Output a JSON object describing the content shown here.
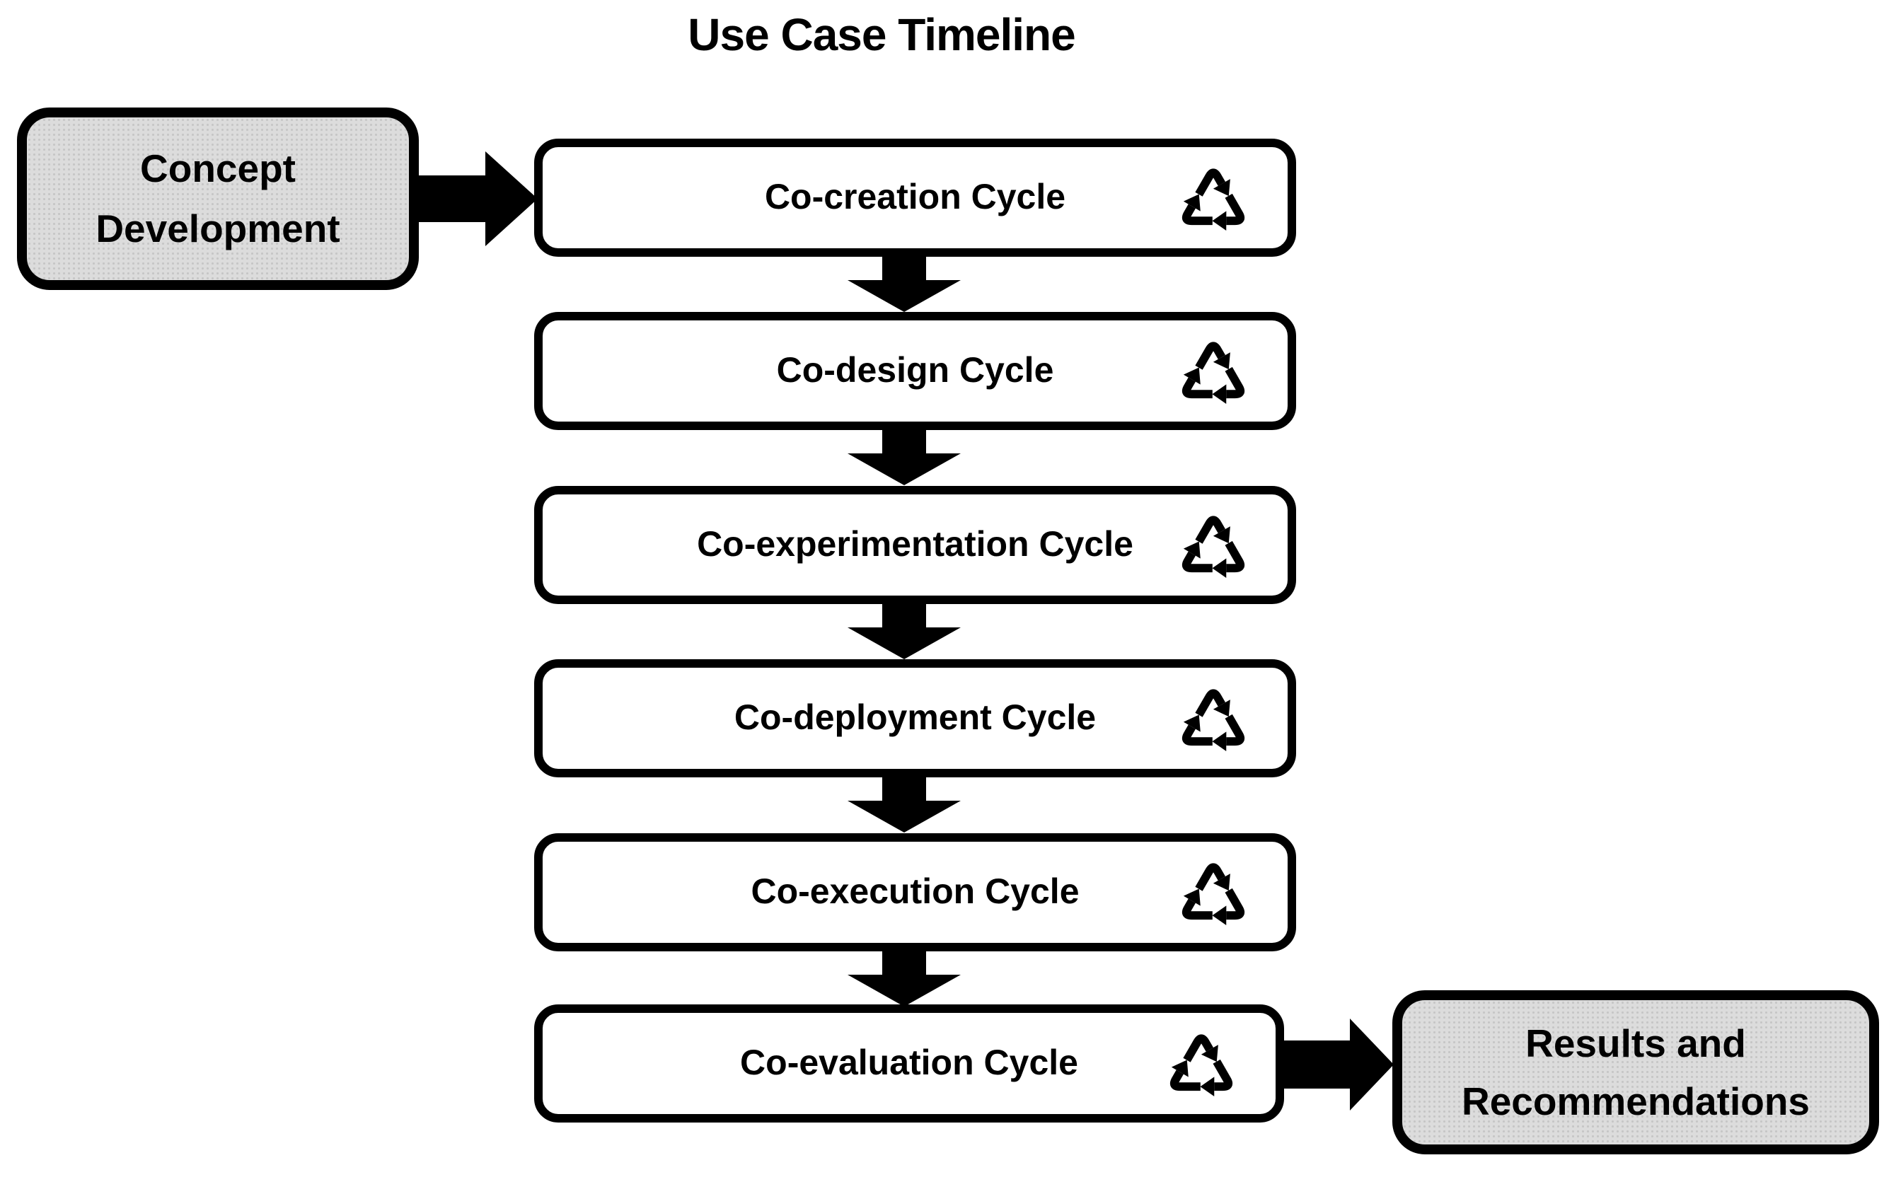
{
  "title": "Use Case Timeline",
  "start_box": {
    "label": "Concept\nDevelopment"
  },
  "cycles": [
    {
      "label": "Co-creation Cycle"
    },
    {
      "label": "Co-design Cycle"
    },
    {
      "label": "Co-experimentation Cycle"
    },
    {
      "label": "Co-deployment Cycle"
    },
    {
      "label": "Co-execution Cycle"
    },
    {
      "label": "Co-evaluation Cycle"
    }
  ],
  "end_box": {
    "label": "Results and\nRecommendations"
  },
  "icons": {
    "cycle_icon": "recycle-icon"
  },
  "colors": {
    "stroke": "#000000",
    "cycle_box_fill": "#ffffff",
    "terminal_box_fill": "#dcdcdc",
    "text": "#000000"
  }
}
